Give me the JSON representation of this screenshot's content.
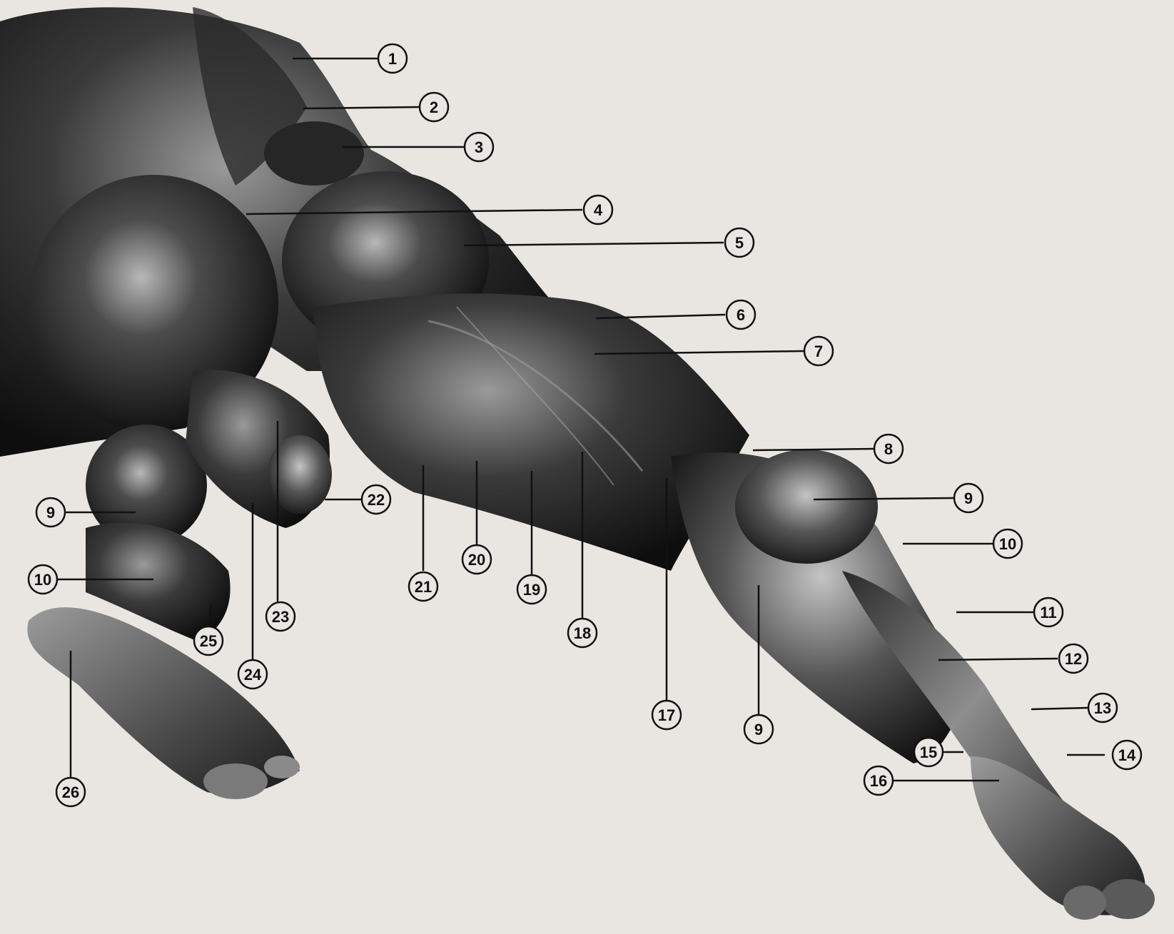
{
  "figure": {
    "subject": "muscles of the hip and leg, figure lunging",
    "colors": {
      "paper": "#e9e6e2",
      "ink": "#151515",
      "leader": "#111111"
    }
  },
  "callouts": [
    {
      "id": "c1",
      "label": "1"
    },
    {
      "id": "c2",
      "label": "2"
    },
    {
      "id": "c3",
      "label": "3"
    },
    {
      "id": "c4",
      "label": "4"
    },
    {
      "id": "c5",
      "label": "5"
    },
    {
      "id": "c6",
      "label": "6"
    },
    {
      "id": "c7",
      "label": "7"
    },
    {
      "id": "c8",
      "label": "8"
    },
    {
      "id": "c9a",
      "label": "9"
    },
    {
      "id": "c10a",
      "label": "10"
    },
    {
      "id": "c11",
      "label": "11"
    },
    {
      "id": "c12",
      "label": "12"
    },
    {
      "id": "c13",
      "label": "13"
    },
    {
      "id": "c14",
      "label": "14"
    },
    {
      "id": "c15",
      "label": "15"
    },
    {
      "id": "c16",
      "label": "16"
    },
    {
      "id": "c17",
      "label": "17"
    },
    {
      "id": "c9b",
      "label": "9"
    },
    {
      "id": "c18",
      "label": "18"
    },
    {
      "id": "c19",
      "label": "19"
    },
    {
      "id": "c20",
      "label": "20"
    },
    {
      "id": "c21",
      "label": "21"
    },
    {
      "id": "c22",
      "label": "22"
    },
    {
      "id": "c23",
      "label": "23"
    },
    {
      "id": "c24",
      "label": "24"
    },
    {
      "id": "c25",
      "label": "25"
    },
    {
      "id": "c9c",
      "label": "9"
    },
    {
      "id": "c10b",
      "label": "10"
    },
    {
      "id": "c26",
      "label": "26"
    }
  ]
}
